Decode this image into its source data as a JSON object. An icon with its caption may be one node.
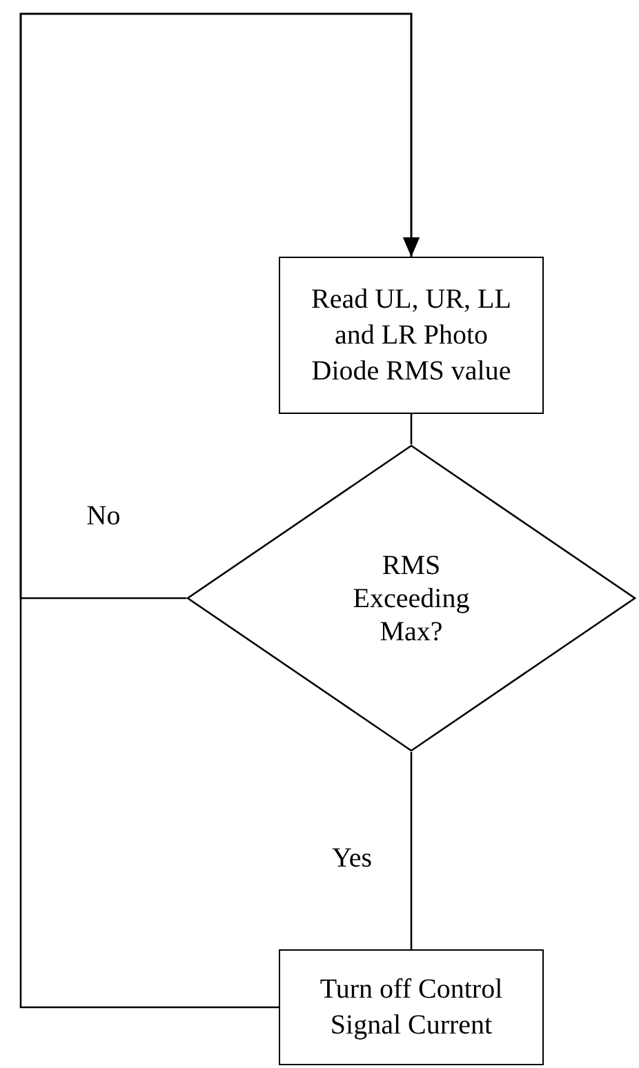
{
  "diagram": {
    "nodes": [
      {
        "text": [
          "Read UL, UR, LL and LR Photo Diode RMS value"
        ]
      },
      {
        "text": [
          "RMS Exceeding Max?"
        ]
      },
      {
        "text": [
          "Turn off Control Signal Current"
        ]
      }
    ],
    "edges": [
      {
        "from": 0,
        "to": 1,
        "arrow": "none"
      },
      {
        "from": 1,
        "to": 2,
        "arrow": "none",
        "label": "Yes"
      },
      {
        "from": 1,
        "to": 0,
        "arrow": "to",
        "label": "No"
      },
      {
        "from": 2,
        "to": 0,
        "arrow": "to"
      }
    ]
  }
}
